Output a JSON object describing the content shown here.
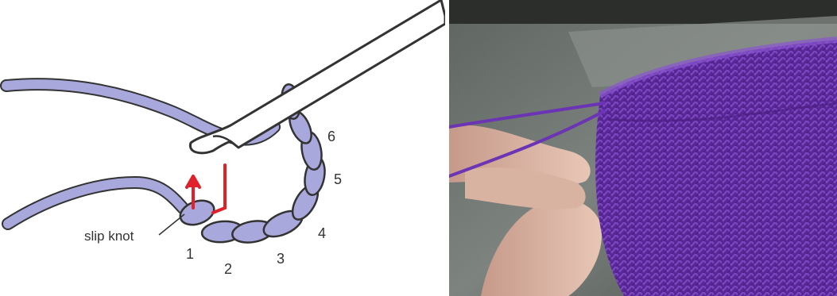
{
  "diagram": {
    "slip_knot_label": "slip knot",
    "stitch_numbers": [
      "1",
      "2",
      "3",
      "4",
      "5",
      "6"
    ],
    "colors": {
      "yarn": "#a8a8dc",
      "yarn_outline": "#333333",
      "hook": "#ffffff",
      "arrow": "#e0202a"
    },
    "icons": [
      "crochet-hook-icon",
      "red-arrow-icon"
    ]
  },
  "photo": {
    "subject": "purple knitted fabric held in hand",
    "colors": {
      "fabric": "#5e2a9c",
      "fabric_light": "#7a44c0",
      "background": "#6e7470",
      "skin": "#d8b4a4"
    }
  }
}
